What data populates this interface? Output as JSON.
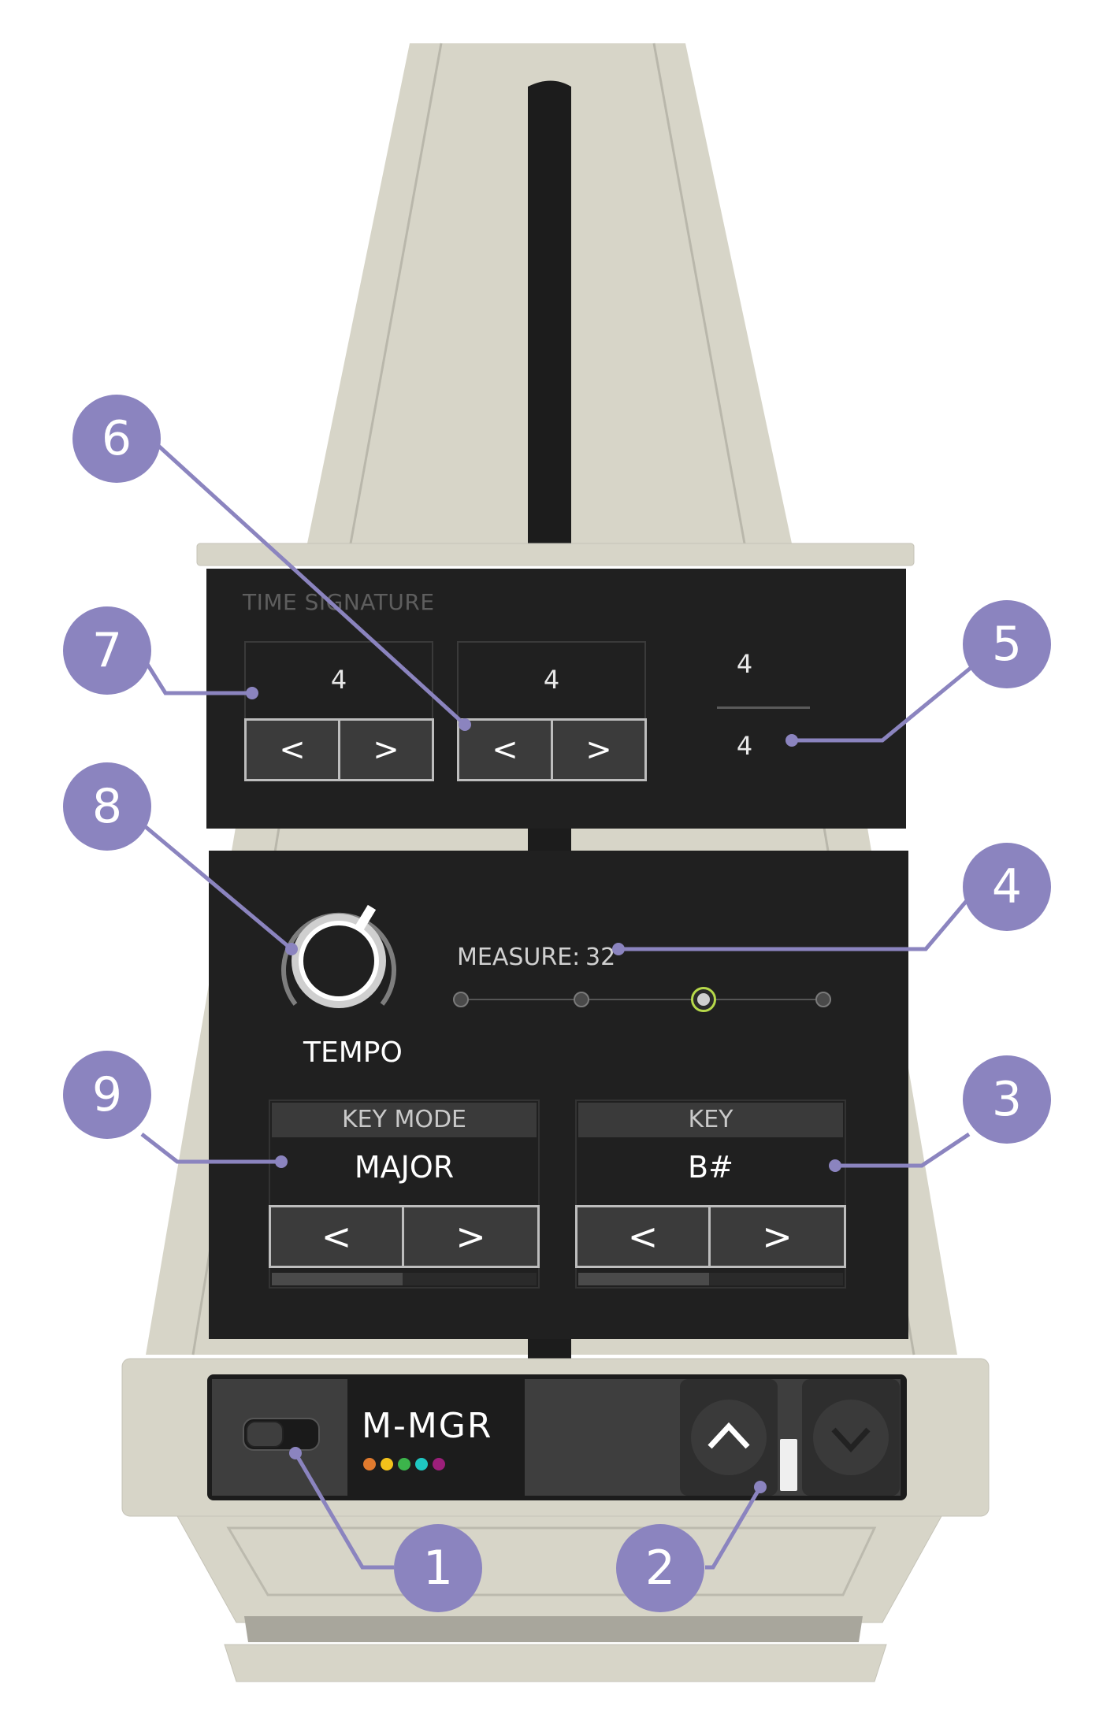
{
  "time_signature": {
    "label": "TIME SIGNATURE",
    "numerator": "4",
    "denominator": "4",
    "display_top": "4",
    "display_bottom": "4",
    "left_label": "<",
    "right_label": ">"
  },
  "tempo": {
    "label": "TEMPO"
  },
  "measure": {
    "label": "MEASURE:",
    "value": "32",
    "steps": 4,
    "selected_step": 3
  },
  "key_mode": {
    "label": "KEY MODE",
    "value": "MAJOR",
    "left_label": "<",
    "right_label": ">"
  },
  "key": {
    "label": "KEY",
    "value": "B#",
    "left_label": "<",
    "right_label": ">"
  },
  "device": {
    "name": "M-MGR",
    "status_dot_colors": [
      "#e07a2e",
      "#f2c21b",
      "#3cb44b",
      "#1fc7c2",
      "#9c1f7a"
    ]
  },
  "callouts": [
    "1",
    "2",
    "3",
    "4",
    "5",
    "6",
    "7",
    "8",
    "9"
  ],
  "colors": {
    "callout": "#8b84bf",
    "panel": "#202020",
    "body": "#d7d5c8",
    "selected_ring": "#b6d84a"
  }
}
